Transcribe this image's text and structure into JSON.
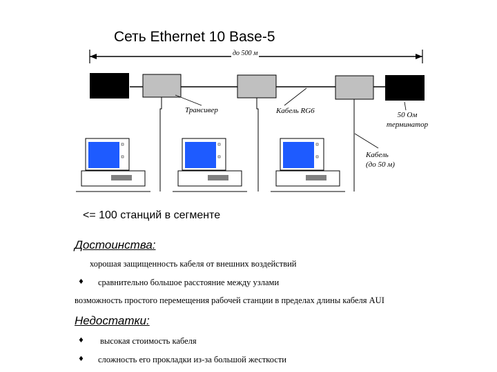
{
  "title": "Сеть Ethernet  10 Base-5",
  "labels": {
    "length": "до 500 м",
    "transceiver": "Трансивер",
    "cable": "Кабель RG6",
    "terminator_line1": "50 Ом",
    "terminator_line2": "терминатор",
    "aui_line1": "Кабель",
    "aui_line2": "(до 50 м)"
  },
  "stations_text": "<= 100 станций в сегменте",
  "advantages": {
    "heading": "Достоинства:",
    "items": [
      "хорошая защищенность кабеля от внешних воздействий",
      "сравнительно большое расстояние между узлами",
      "возможность простого перемещения рабочей станции в пределах длины кабеля AUI"
    ]
  },
  "disadvantages": {
    "heading": "Недостатки:",
    "items": [
      "высокая стоимость кабеля",
      "сложность его прокладки из-за большой жесткости"
    ]
  },
  "colors": {
    "screen": "#1e5bff",
    "transceiver": "#c0c0c0",
    "terminator": "#000000",
    "drive": "#808080"
  },
  "bullet_icon": "diamond-bullet"
}
